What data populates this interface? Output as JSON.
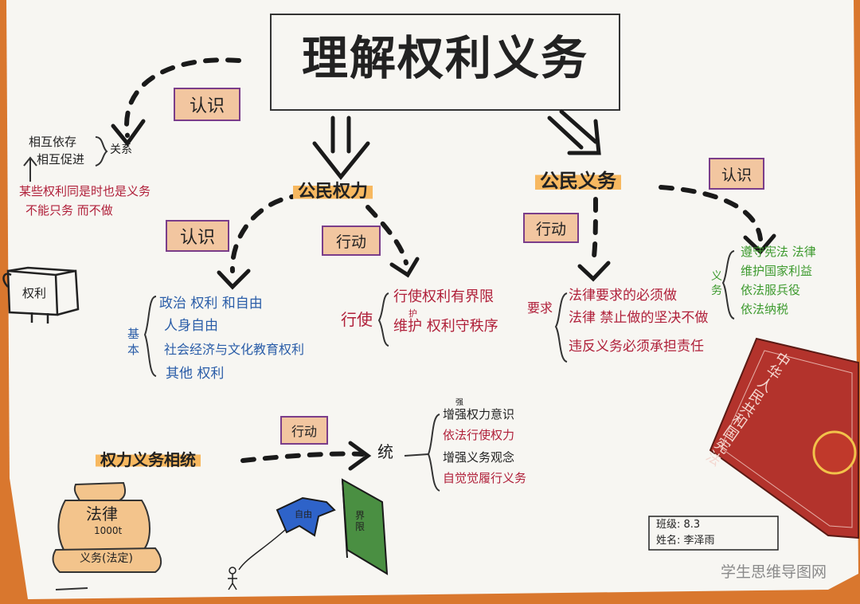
{
  "title": "理解权利义务",
  "branch_rights": "公民权力",
  "branch_duties": "公民义务",
  "tag_recognize_left": "认识",
  "tag_recognize_mid": "认识",
  "tag_recognize_right": "认识",
  "tag_action_mid": "行动",
  "tag_action_right": "行动",
  "tag_action_bottom": "行动",
  "relation": {
    "label": "关系",
    "items": [
      "相互依存",
      "相互促进"
    ],
    "notes": [
      "某些权利同是时也是义务",
      "不能只务 而不做"
    ]
  },
  "basic": {
    "label": "基本",
    "items": [
      "政治 权利 和自由",
      "人身自由",
      "社会经济与文化教育权利",
      "其他 权利"
    ]
  },
  "exercise": {
    "label": "行使",
    "items": [
      "行使权利有界限",
      "维护 权利守秩序"
    ],
    "insert_char": "护"
  },
  "requirement": {
    "label": "要求",
    "items": [
      "法律要求的必须做",
      "法律 禁止做的坚决不做",
      "违反义务必须承担责任"
    ]
  },
  "duties_list": {
    "label": "义务",
    "items": [
      "遵守宪法 法律",
      "维护国家利益",
      "依法服兵役",
      "依法纳税"
    ]
  },
  "unity": {
    "label": "权力义务相统",
    "sub": "统",
    "items": [
      "增强权力意识",
      "依法行使权力",
      "增强义务观念",
      "自觉觉履行义务"
    ],
    "insert_char": "强"
  },
  "doodles": {
    "rights_stamp": "权利",
    "weight_main": "法律",
    "weight_num": "1000t",
    "weight_sub": "义务(法定)",
    "bird": "自由",
    "flag": "界限",
    "constitution": "中华人民共和国宪法"
  },
  "info": {
    "class_label": "班级:",
    "class_value": "8.3",
    "name_label": "姓名:",
    "name_value": "李泽雨"
  },
  "watermark": "学生思维导图网",
  "colors": {
    "paper": "#f7f6f2",
    "orange_bg": "#d9772e",
    "red_ink": "#b0203a",
    "blue_ink": "#2a5da8",
    "green_ink": "#3d9a2e",
    "highlight": "#f7b860",
    "tag_fill": "#f2c6a0",
    "tag_border": "#7a3d8a",
    "constitution_red": "#b3332c"
  }
}
